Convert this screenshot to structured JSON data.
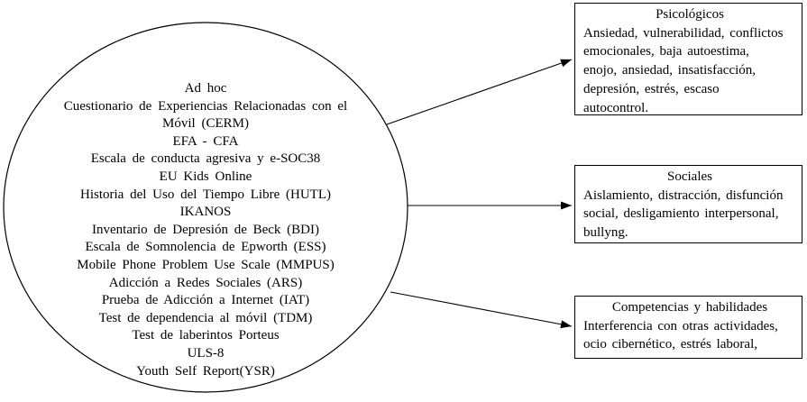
{
  "colors": {
    "ink": "#000000",
    "background": "#ffffff"
  },
  "instruments_circle": {
    "lines": [
      "Ad hoc",
      "Cuestionario de Experiencias Relacionadas con el",
      "Móvil (CERM)",
      "EFA - CFA",
      "Escala de conducta agresiva y e-SOC38",
      "EU Kids Online",
      "Historia del Uso del Tiempo Libre (HUTL)",
      "IKANOS",
      "Inventario de Depresión de Beck (BDI)",
      "Escala de Somnolencia de Epworth (ESS)",
      "Mobile Phone Problem Use Scale (MMPUS)",
      "Adicción a Redes Sociales (ARS)",
      "Prueba de Adicción a Internet (IAT)",
      "Test de dependencia al móvil (TDM)",
      "Test de laberintos Porteus",
      "ULS-8",
      "Youth Self Report(YSR)"
    ]
  },
  "boxes": [
    {
      "title": "Psicológicos",
      "lines": [
        "Ansiedad, vulnerabilidad, conflictos",
        "emocionales, baja autoestima,",
        "enojo, ansiedad, insatisfacción,",
        "depresión, estrés, escaso",
        "autocontrol."
      ]
    },
    {
      "title": "Sociales",
      "lines": [
        "Aislamiento, distracción, disfunción",
        "social, desligamiento interpersonal,",
        "bullyng."
      ]
    },
    {
      "title": "Competencias y habilidades",
      "lines": [
        "Interferencia con otras actividades,",
        "ocio cibernético, estrés laboral,"
      ]
    }
  ]
}
